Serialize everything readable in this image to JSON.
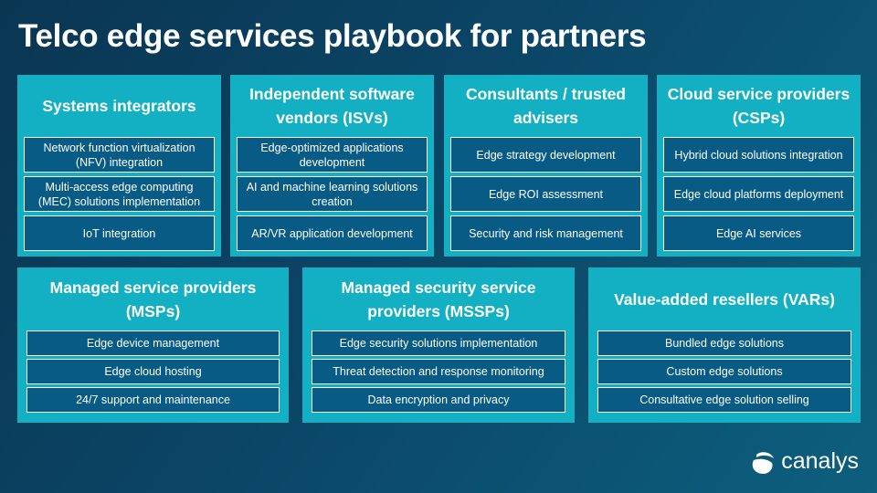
{
  "title": "Telco edge services playbook for partners",
  "top_cards": [
    {
      "heading": "Systems integrators",
      "items": [
        "Network function virtualization (NFV) integration",
        "Multi-access edge computing (MEC) solutions implementation",
        "IoT integration"
      ]
    },
    {
      "heading": "Independent software vendors (ISVs)",
      "items": [
        "Edge-optimized applications development",
        "AI and machine learning solutions creation",
        "AR/VR application development"
      ]
    },
    {
      "heading": "Consultants / trusted advisers",
      "items": [
        "Edge strategy development",
        "Edge ROI assessment",
        "Security and risk management"
      ]
    },
    {
      "heading": "Cloud service providers (CSPs)",
      "items": [
        "Hybrid cloud solutions integration",
        "Edge cloud platforms deployment",
        "Edge AI services"
      ]
    }
  ],
  "bottom_cards": [
    {
      "heading": "Managed service providers (MSPs)",
      "items": [
        "Edge device management",
        "Edge cloud hosting",
        "24/7 support and maintenance"
      ]
    },
    {
      "heading": "Managed security service providers (MSSPs)",
      "items": [
        "Edge security solutions implementation",
        "Threat detection and response monitoring",
        "Data encryption and privacy"
      ]
    },
    {
      "heading": "Value-added resellers (VARs)",
      "items": [
        "Bundled edge solutions",
        "Custom edge solutions",
        "Consultative edge solution selling"
      ]
    }
  ],
  "logo": {
    "text": "canalys"
  }
}
